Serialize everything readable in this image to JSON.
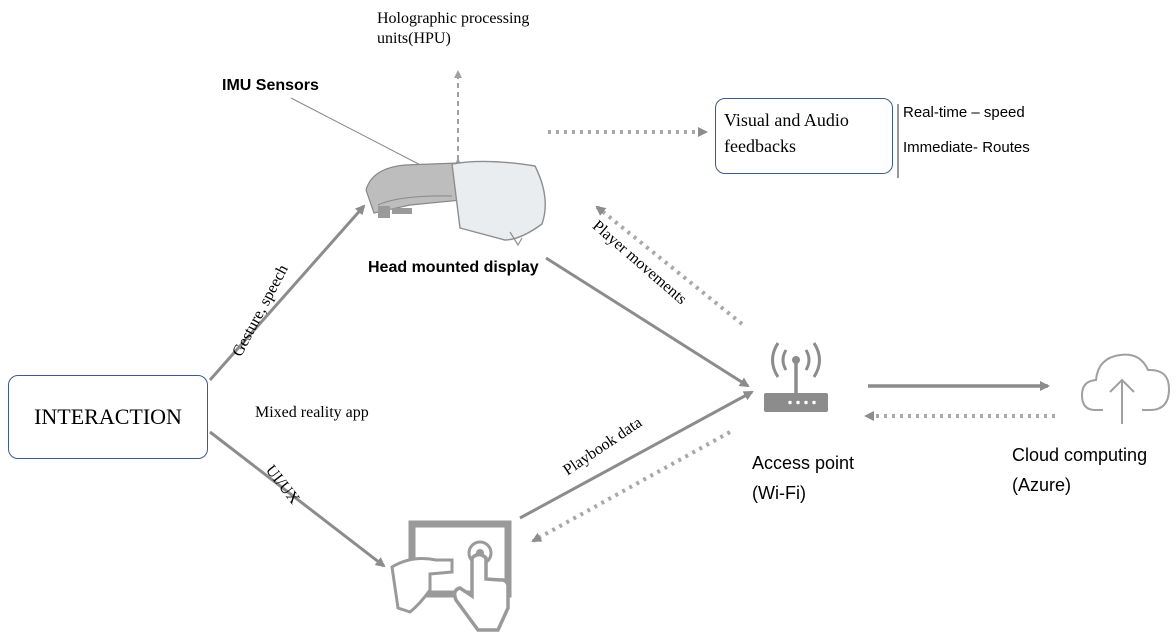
{
  "labels": {
    "hpu": [
      "Holographic processing",
      "units(HPU)"
    ],
    "imu": "IMU Sensors",
    "hmd": "Head mounted display",
    "feedback": [
      "Visual and Audio",
      "feedbacks"
    ],
    "realtime": "Real-time – speed",
    "immediate": "Immediate- Routes",
    "player_movements": "Player movements",
    "gesture_speech": "Gesture, speech",
    "interaction": "INTERACTION",
    "mixed_reality_app": "Mixed reality app",
    "ui_ux": "UI/UX",
    "playbook_data": "Playbook data",
    "access_point": [
      "Access point",
      "(Wi-Fi)"
    ],
    "cloud": [
      "Cloud computing",
      "(Azure)"
    ]
  },
  "icons": [
    "headset-icon",
    "router-icon",
    "cloud-upload-icon",
    "tablet-touch-icon"
  ],
  "colors": {
    "arrow": "#8c8c8c",
    "box_border": "#3d5a8c",
    "icon": "#999999"
  }
}
